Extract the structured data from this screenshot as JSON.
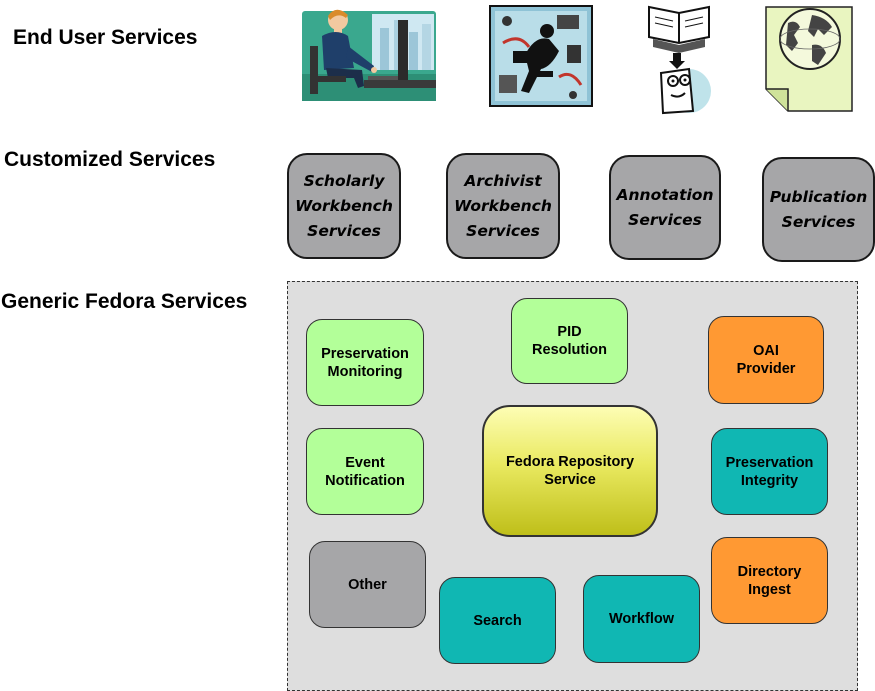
{
  "layers": {
    "end_user": "End User Services",
    "customized": "Customized Services",
    "generic": "Generic Fedora Services"
  },
  "end_user_icons": [
    "person-at-computer-icon",
    "multimedia-collage-icon",
    "book-to-reader-icon",
    "globe-document-icon"
  ],
  "customized_services": [
    {
      "label": "Scholarly\nWorkbench\nServices"
    },
    {
      "label": "Archivist\nWorkbench\nServices"
    },
    {
      "label": "Annotation\nServices"
    },
    {
      "label": "Publication\nServices"
    }
  ],
  "generic_services": {
    "preservation_monitoring": "Preservation\nMonitoring",
    "pid_resolution": "PID\nResolution",
    "oai_provider": "OAI\nProvider",
    "event_notification": "Event\nNotification",
    "fedora_repository": "Fedora Repository\nService",
    "preservation_integrity": "Preservation\nIntegrity",
    "other": "Other",
    "search": "Search",
    "workflow": "Workflow",
    "directory_ingest": "Directory\nIngest"
  },
  "colors": {
    "green": "#b3ff99",
    "orange": "#ff9933",
    "teal": "#10b7b3",
    "gray": "#a6a6a8",
    "core_yellow": "#e9e960",
    "panel": "#dedede"
  }
}
